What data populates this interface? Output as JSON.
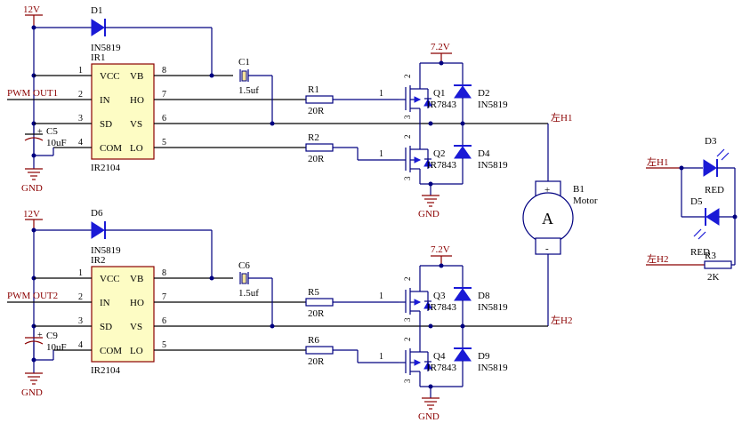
{
  "power": {
    "v12": "12V",
    "v72": "7.2V",
    "gnd": "GND"
  },
  "inputs": {
    "pwm1": "PWM OUT1",
    "pwm2": "PWM OUT2"
  },
  "driver1": {
    "ref": "IR1",
    "part": "IR2104",
    "pins": {
      "p1": "1",
      "p2": "2",
      "p3": "3",
      "p4": "4",
      "p5": "5",
      "p6": "6",
      "p7": "7",
      "p8": "8"
    },
    "labels": {
      "vcc": "VCC",
      "in": "IN",
      "sd": "SD",
      "com": "COM",
      "vb": "VB",
      "ho": "HO",
      "vs": "VS",
      "lo": "LO"
    }
  },
  "driver2": {
    "ref": "IR2",
    "part": "IR2104",
    "pins": {
      "p1": "1",
      "p2": "2",
      "p3": "3",
      "p4": "4",
      "p5": "5",
      "p6": "6",
      "p7": "7",
      "p8": "8"
    },
    "labels": {
      "vcc": "VCC",
      "in": "IN",
      "sd": "SD",
      "com": "COM",
      "vb": "VB",
      "ho": "HO",
      "vs": "VS",
      "lo": "LO"
    }
  },
  "diodes": {
    "d1": {
      "ref": "D1",
      "part": "IN5819"
    },
    "d2": {
      "ref": "D2",
      "part": "IN5819"
    },
    "d4": {
      "ref": "D4",
      "part": "IN5819"
    },
    "d6": {
      "ref": "D6",
      "part": "IN5819"
    },
    "d8": {
      "ref": "D8",
      "part": "IN5819"
    },
    "d9": {
      "ref": "D9",
      "part": "IN5819"
    }
  },
  "caps": {
    "c1": {
      "ref": "C1",
      "value": "1.5uf"
    },
    "c5": {
      "ref": "C5",
      "value": "10uF"
    },
    "c6": {
      "ref": "C6",
      "value": "1.5uf"
    },
    "c9": {
      "ref": "C9",
      "value": "10uF"
    }
  },
  "resistors": {
    "r1": {
      "ref": "R1",
      "value": "20R"
    },
    "r2": {
      "ref": "R2",
      "value": "20R"
    },
    "r5": {
      "ref": "R5",
      "value": "20R"
    },
    "r6": {
      "ref": "R6",
      "value": "20R"
    },
    "r3": {
      "ref": "R3",
      "value": "2K"
    }
  },
  "mosfets": {
    "q1": {
      "ref": "Q1",
      "part": "IR7843"
    },
    "q2": {
      "ref": "Q2",
      "part": "IR7843"
    },
    "q3": {
      "ref": "Q3",
      "part": "IR7843"
    },
    "q4": {
      "ref": "Q4",
      "part": "IR7843"
    }
  },
  "motor": {
    "ref": "B1",
    "name": "Motor",
    "symbol": "A",
    "plus": "+",
    "minus": "-"
  },
  "nets": {
    "h1": "左H1",
    "h2": "左H2"
  },
  "leds": {
    "d3": {
      "ref": "D3",
      "color": "RED"
    },
    "d5": {
      "ref": "D5",
      "color": "RED"
    }
  },
  "pin_numbers": {
    "one": "1",
    "two": "2",
    "three": "3"
  }
}
